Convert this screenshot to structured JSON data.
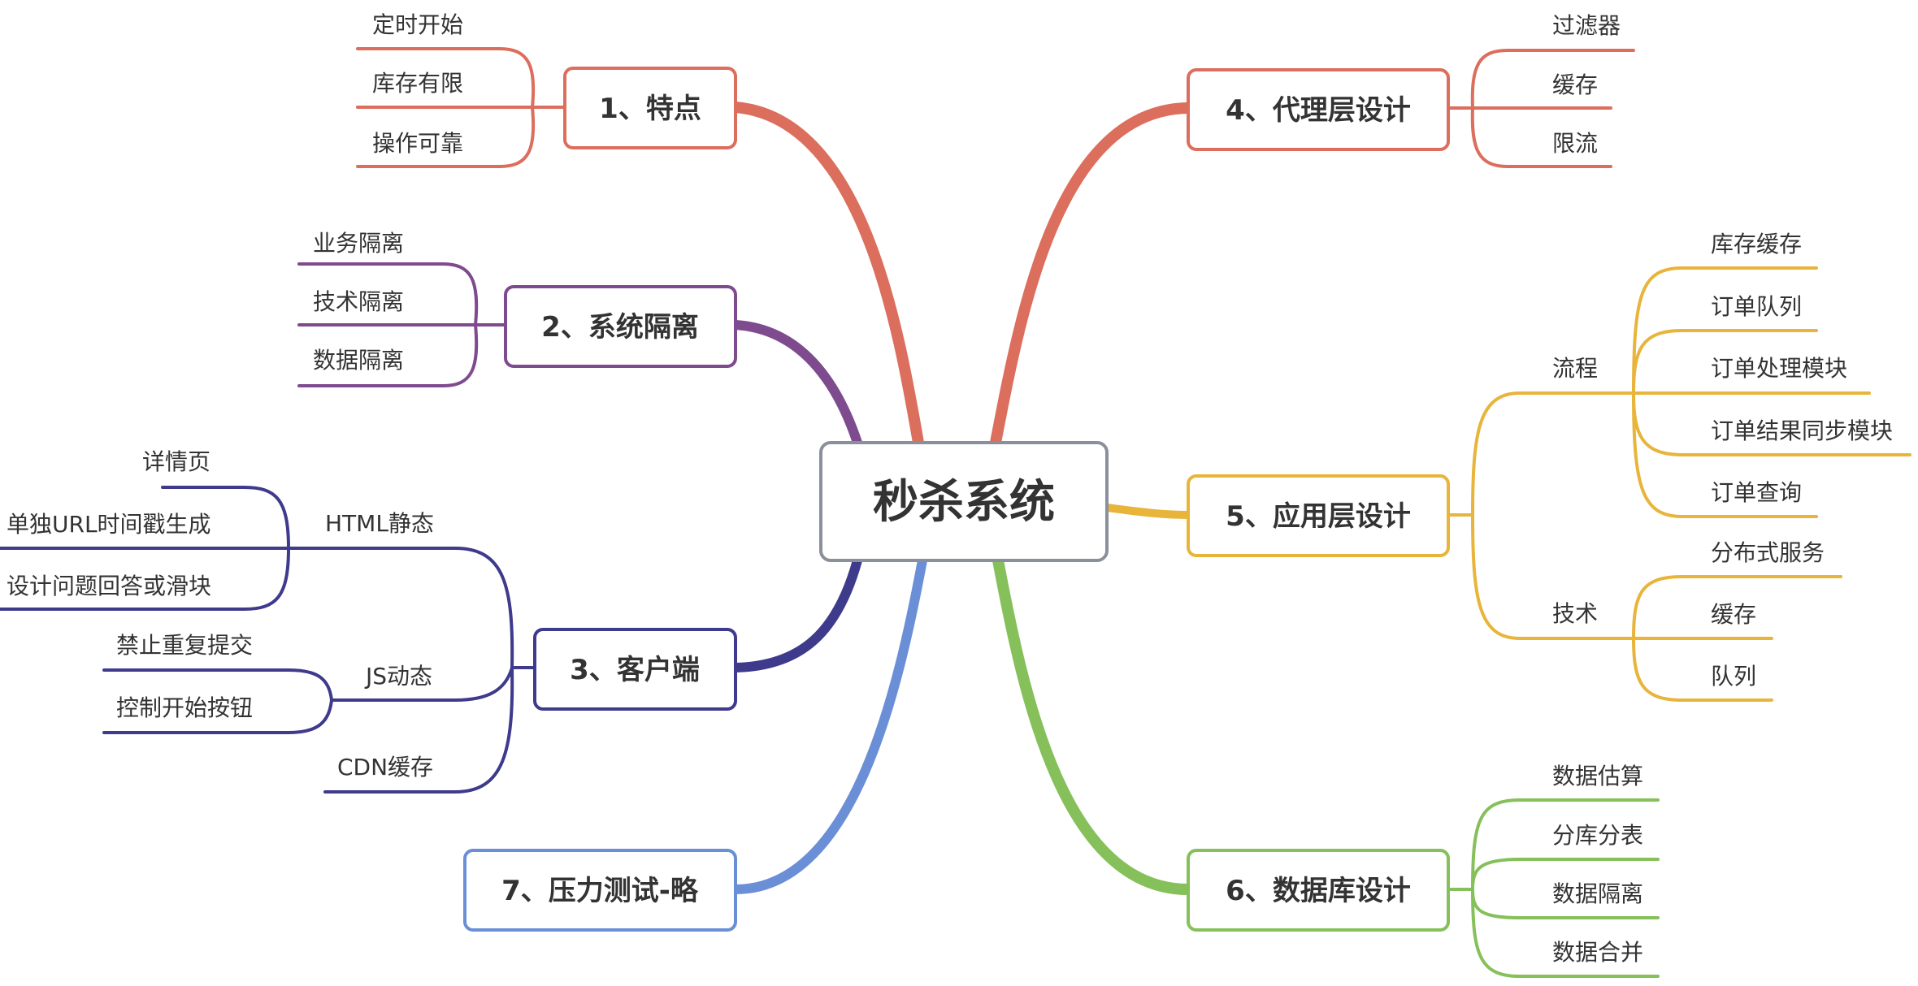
{
  "center": {
    "label": "秒杀系统",
    "color": "#8a909b"
  },
  "branches": [
    {
      "id": "b1",
      "label": "1、特点",
      "color": "#dc6e5d",
      "leaves": [
        "定时开始",
        "库存有限",
        "操作可靠"
      ]
    },
    {
      "id": "b2",
      "label": "2、系统隔离",
      "color": "#7e4b8e",
      "leaves": [
        "业务隔离",
        "技术隔离",
        "数据隔离"
      ]
    },
    {
      "id": "b3",
      "label": "3、客户端",
      "color": "#3e3a8c",
      "groups": [
        {
          "label": "HTML静态",
          "leaves": [
            "详情页",
            "单独URL时间戳生成",
            "设计问题回答或滑块"
          ]
        },
        {
          "label": "JS动态",
          "leaves": [
            "禁止重复提交",
            "控制开始按钮"
          ]
        },
        {
          "label": "CDN缓存",
          "leaves": []
        }
      ]
    },
    {
      "id": "b7",
      "label": "7、压力测试-略",
      "color": "#6a8fd6",
      "leaves": []
    },
    {
      "id": "b4",
      "label": "4、代理层设计",
      "color": "#dc6e5d",
      "leaves": [
        "过滤器",
        "缓存",
        "限流"
      ]
    },
    {
      "id": "b5",
      "label": "5、应用层设计",
      "color": "#e8b43a",
      "groups": [
        {
          "label": "流程",
          "leaves": [
            "库存缓存",
            "订单队列",
            "订单处理模块",
            "订单结果同步模块",
            "订单查询"
          ]
        },
        {
          "label": "技术",
          "leaves": [
            "分布式服务",
            "缓存",
            "队列"
          ]
        }
      ]
    },
    {
      "id": "b6",
      "label": "6、数据库设计",
      "color": "#86c05a",
      "leaves": [
        "数据估算",
        "分库分表",
        "数据隔离",
        "数据合并"
      ]
    }
  ]
}
